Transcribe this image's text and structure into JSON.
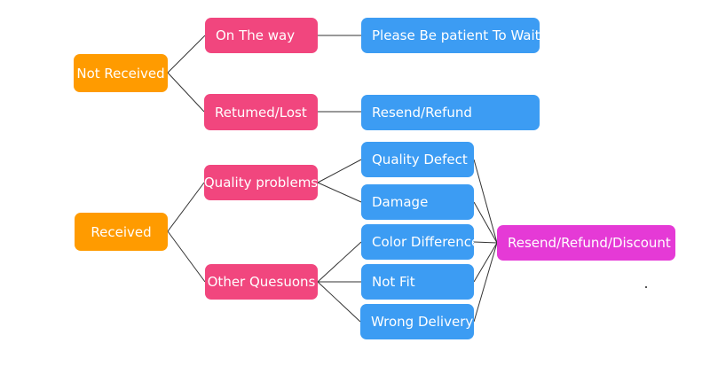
{
  "colors": {
    "status": "#ff9b00",
    "issue": "#f1467e",
    "detail": "#3c9cf3",
    "final": "#e53ad6",
    "connector": "#333333"
  },
  "nodes": {
    "not_received": "Not Received",
    "received": "Received",
    "on_the_way": "On The way",
    "returned_lost": "Retumed/Lost",
    "quality_problems": "Quality problems",
    "other_questions": "Other Quesuons",
    "please_wait": "Please Be patient To Wait",
    "resend_refund": "Resend/Refund",
    "quality_defect": "Quality Defect",
    "damage": "Damage",
    "color_difference": "Color Difference",
    "not_fit": "Not Fit",
    "wrong_delivery": "Wrong Delivery",
    "resend_refund_discount": "Resend/Refund/Discount"
  }
}
